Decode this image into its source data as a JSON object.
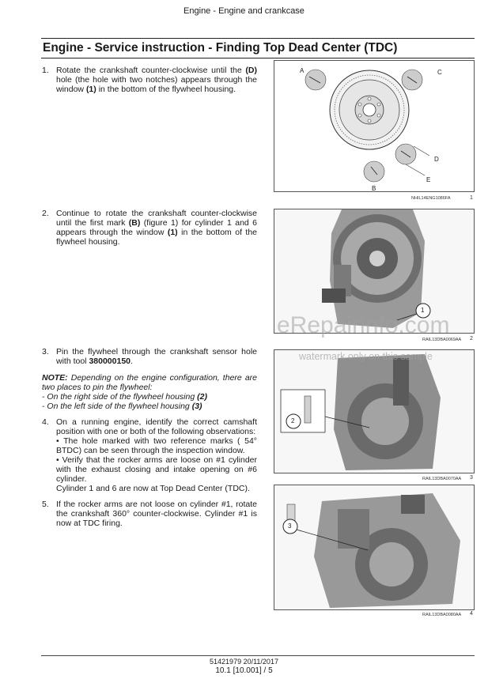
{
  "header": {
    "section": "Engine - Engine and crankcase"
  },
  "title": "Engine - Service instruction - Finding Top Dead Center (TDC)",
  "steps": [
    {
      "num": "1.",
      "pre": "Rotate the crankshaft counter-clockwise until the ",
      "b1": "(D)",
      "mid": " hole (the hole with two notches) appears through the window ",
      "b2": "(1)",
      "post": " in the bottom of the flywheel housing."
    },
    {
      "num": "2.",
      "pre": "Continue to rotate the crankshaft counter-clockwise until the first mark ",
      "b1": "(B)",
      "mid": " (figure 1) for cylinder 1 and 6 appears through the window ",
      "b2": "(1)",
      "post": " in the bottom of the flywheel housing."
    },
    {
      "num": "3.",
      "pre": "Pin the flywheel through the crankshaft sensor hole with tool ",
      "b1": "380000150",
      "post": "."
    },
    {
      "num": "4.",
      "l1": "On a running engine, identify the correct camshaft position with one or both of the following observations:",
      "l2": "• The hole marked with two reference marks ( 54° BTDC) can be seen through the inspection window.",
      "l3": "• Verify that the rocker arms are loose on #1 cylinder with the exhaust closing and intake opening on #6 cylinder.",
      "l4": "Cylinder 1 and 6 are now at Top Dead Center (TDC)."
    },
    {
      "num": "5.",
      "text": "If the rocker arms are not loose on cylinder #1, rotate the crankshaft 360° counter-clockwise. Cylinder #1 is now at TDC firing."
    }
  ],
  "note": {
    "label": "NOTE:",
    "text": " Depending on the engine configuration, there are two places to pin the flywheel:",
    "i1": "- On the right side of the flywheel housing ",
    "i1b": "(2)",
    "i2": "- On the left side of the flywheel housing ",
    "i2b": "(3)"
  },
  "figures": [
    {
      "code": "NHIL14ENG1086FA",
      "num": "1",
      "labels": {
        "a": "A",
        "b": "B",
        "c": "C",
        "d": "D",
        "e": "E"
      }
    },
    {
      "code": "RAIL13DBA0069AA",
      "num": "2",
      "callout": "1"
    },
    {
      "code": "RAIL13DBA0070AA",
      "num": "3",
      "callout": "2"
    },
    {
      "code": "RAIL13DBA0080AA",
      "num": "4",
      "callout": "3"
    }
  ],
  "watermark": {
    "site": "eRepairinfo.com",
    "note": "watermark only on this sample"
  },
  "footer": {
    "doc": "51421979 20/11/2017",
    "page": "10.1 [10.001] / 5"
  }
}
